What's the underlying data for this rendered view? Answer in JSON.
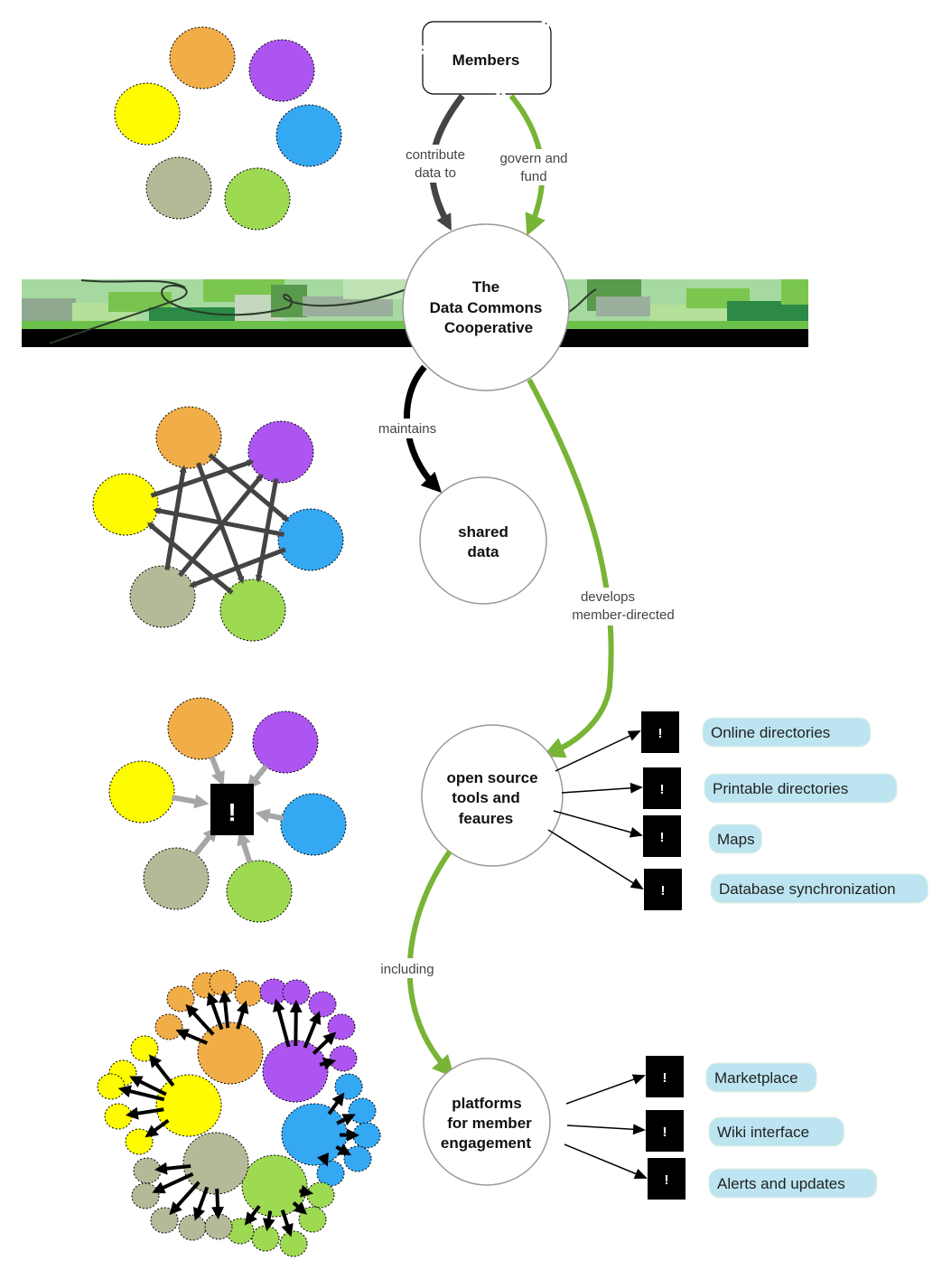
{
  "nodes": {
    "members": "Members",
    "coop": [
      "The",
      "Data Commons",
      "Cooperative"
    ],
    "shared_data": [
      "shared",
      "data"
    ],
    "tools": [
      "open source",
      "tools and",
      "feaures"
    ],
    "platforms": [
      "platforms",
      "for member",
      "engagement"
    ]
  },
  "edge_labels": {
    "contribute": [
      "contribute",
      "data to"
    ],
    "govern": [
      "govern and",
      "fund"
    ],
    "maintains": "maintains",
    "develops": [
      "develops",
      "member-directed"
    ],
    "including": "including"
  },
  "tools_features": [
    "Online directories",
    "Printable directories",
    "Maps",
    "Database synchronization"
  ],
  "platform_features": [
    "Marketplace",
    "Wiki interface",
    "Alerts and updates"
  ],
  "alert_glyph": "!",
  "colors": {
    "orange": "#f0ad48",
    "purple": "#ad55f0",
    "blue": "#34a8f3",
    "khaki": "#b5b998",
    "green": "#9ed952",
    "yellow": "#fffb00",
    "edge_green": "#78b435",
    "edge_dark": "#444444",
    "pill": "#bde5f1"
  }
}
